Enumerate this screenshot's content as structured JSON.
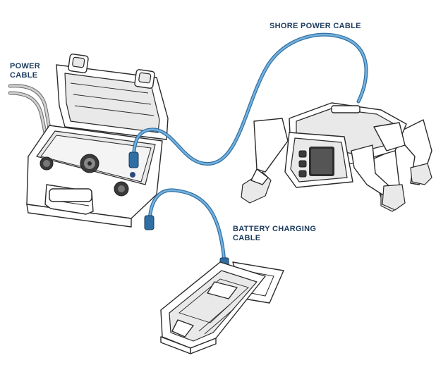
{
  "labels": {
    "power_cable": [
      "POWER",
      "CABLE"
    ],
    "shore_power_cable": [
      "SHORE POWER CABLE"
    ],
    "battery_charging_cable": [
      "BATTERY CHARGING",
      "CABLE"
    ]
  },
  "colors": {
    "label_text": "#1b3a5c",
    "cable_blue": "#4a8fc4",
    "cable_blue_dark": "#2f6fa3",
    "power_cable_gray": "#bdbdbd"
  },
  "icons": [
    "charging-case",
    "robot-dog",
    "battery-pack",
    "fan-vent"
  ]
}
